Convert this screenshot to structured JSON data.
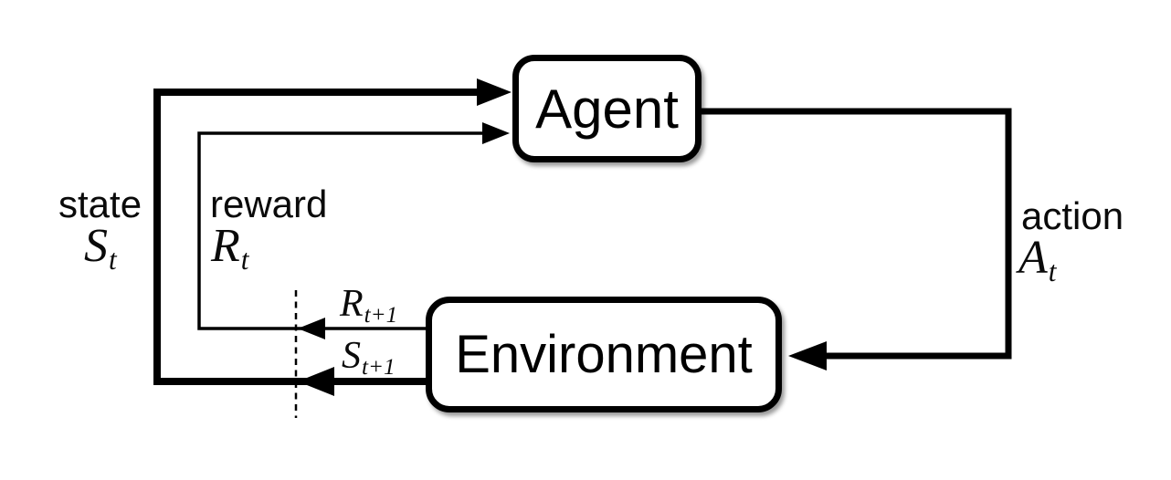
{
  "diagram": {
    "title": "agent-environment-interaction-loop",
    "nodes": {
      "agent": "Agent",
      "environment": "Environment"
    },
    "signals": {
      "state": {
        "word": "state",
        "symbol": "S",
        "subscript": "t"
      },
      "reward": {
        "word": "reward",
        "symbol": "R",
        "subscript": "t"
      },
      "action": {
        "word": "action",
        "symbol": "A",
        "subscript": "t"
      },
      "next_reward": {
        "symbol": "R",
        "subscript": "t+1"
      },
      "next_state": {
        "symbol": "S",
        "subscript": "t+1"
      }
    },
    "colors": {
      "line": "#000000",
      "background": "#ffffff",
      "box_fill": "#ffffff",
      "box_border": "#000000"
    }
  }
}
